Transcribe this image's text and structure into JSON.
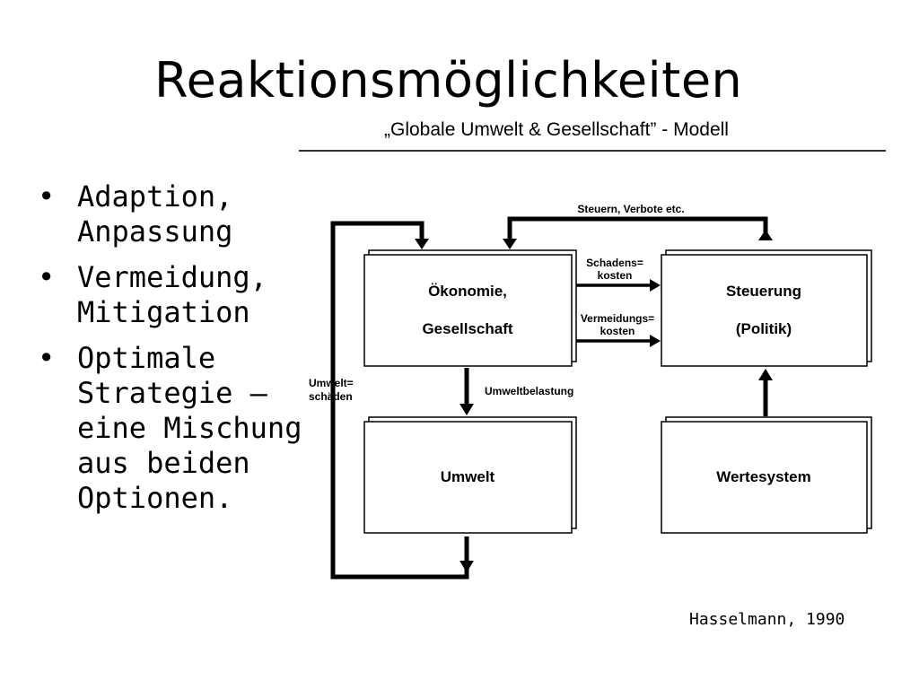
{
  "slide": {
    "title": "Reaktionsmöglichkeiten",
    "subtitle": "„Globale Umwelt & Gesellschaft” - Modell",
    "bullets": [
      {
        "line1": "Adaption,",
        "line2": "Anpassung"
      },
      {
        "line1": "Vermeidung,",
        "line2": "Mitigation"
      },
      {
        "line1": "Optimale",
        "line2": "Strategie –",
        "line3": "eine Mischung",
        "line4": "aus beiden",
        "line5": "Optionen."
      }
    ],
    "citation": "Hasselmann, 1990"
  },
  "diagram": {
    "boxes": {
      "oekonomie": {
        "line1": "Ökonomie,",
        "line2": "Gesellschaft"
      },
      "steuerung": {
        "line1": "Steuerung",
        "line2": "(Politik)"
      },
      "umwelt": {
        "line1": "Umwelt"
      },
      "wertesystem": {
        "line1": "Wertesystem"
      }
    },
    "labels": {
      "steuern": "Steuern, Verbote etc.",
      "schadenskosten_1": "Schadens=",
      "schadenskosten_2": "kosten",
      "vermeidungskosten_1": "Vermeidungs=",
      "vermeidungskosten_2": "kosten",
      "umweltbelastung": "Umweltbelastung",
      "umweltschaeden_1": "Umwelt=",
      "umweltschaeden_2": "schäden"
    }
  }
}
